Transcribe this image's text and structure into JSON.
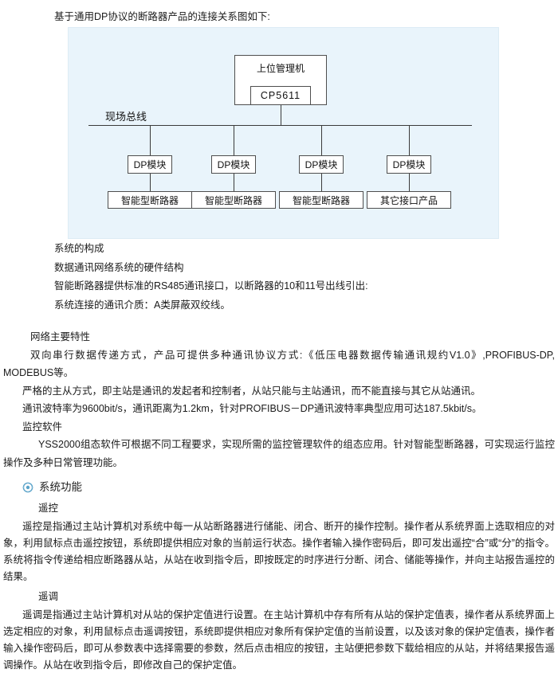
{
  "intro": "基于通用DP协议的断路器产品的连接关系图如下:",
  "diagram": {
    "host": "上位管理机",
    "host_card": "CP5611",
    "bus_label": "现场总线",
    "modules": [
      "DP模块",
      "DP模块",
      "DP模块",
      "DP模块"
    ],
    "devices": [
      "智能型断路器",
      "智能型断路器",
      "智能型断路器",
      "其它接口产品"
    ],
    "background_color": "#e9f4fb",
    "box_border_color": "#4e4e4e"
  },
  "composition": {
    "lines": [
      "系统的构成",
      "数据通讯网络系统的硬件结构",
      "智能断路器提供标准的RS485通讯接口，以断路器的10和11号出线引出:",
      "系统连接的通讯介质：A类屏蔽双绞线。"
    ]
  },
  "network": {
    "title": "网络主要特性",
    "p1": "双向串行数据传递方式，产品可提供多种通讯协议方式:《低压电器数据传输通讯规约V1.0》,PROFIBUS-DP, MODEBUS等。",
    "p2": "严格的主从方式，即主站是通讯的发起者和控制者，从站只能与主站通讯，而不能直接与其它从站通讯。",
    "p3": "通讯波特率为9600bit/s，通讯距离为1.2km，针对PROFIBUS－DP通讯波特率典型应用可达187.5kbit/s。",
    "subtitle": "监控软件",
    "p4": "YSS2000组态软件可根据不同工程要求，实现所需的监控管理软件的组态应用。针对智能型断路器，可实现运行监控操作及多种日常管理功能。"
  },
  "functions": {
    "title": "系统功能",
    "icon_color": "#5aa3c9",
    "sub1": "遥控",
    "p1": "遥控是指通过主站计算机对系统中每一从站断路器进行储能、闭合、断开的操作控制。操作者从系统界面上选取相应的对象，利用鼠标点击遥控按钮，系统即提供相应对象的当前运行状态。操作者输入操作密码后，即可发出遥控“合”或“分”的指令。系统将指令传递给相应断路器从站，从站在收到指令后，即按既定的时序进行分断、闭合、储能等操作，并向主站报告遥控的结果。",
    "sub2": "遥调",
    "p2": "遥调是指通过主站计算机对从站的保护定值进行设置。在主站计算机中存有所有从站的保护定值表，操作者从系统界面上选定相应的对象，利用鼠标点击遥调按钮，系统即提供相应对象所有保护定值的当前设置，以及该对象的保护定值表，操作者输入操作密码后，即可从参数表中选择需要的参数，然后点击相应的按钮，主站便把参数下载给相应的从站，并将结果报告遥调操作。从站在收到指令后，即修改自己的保护定值。"
  }
}
